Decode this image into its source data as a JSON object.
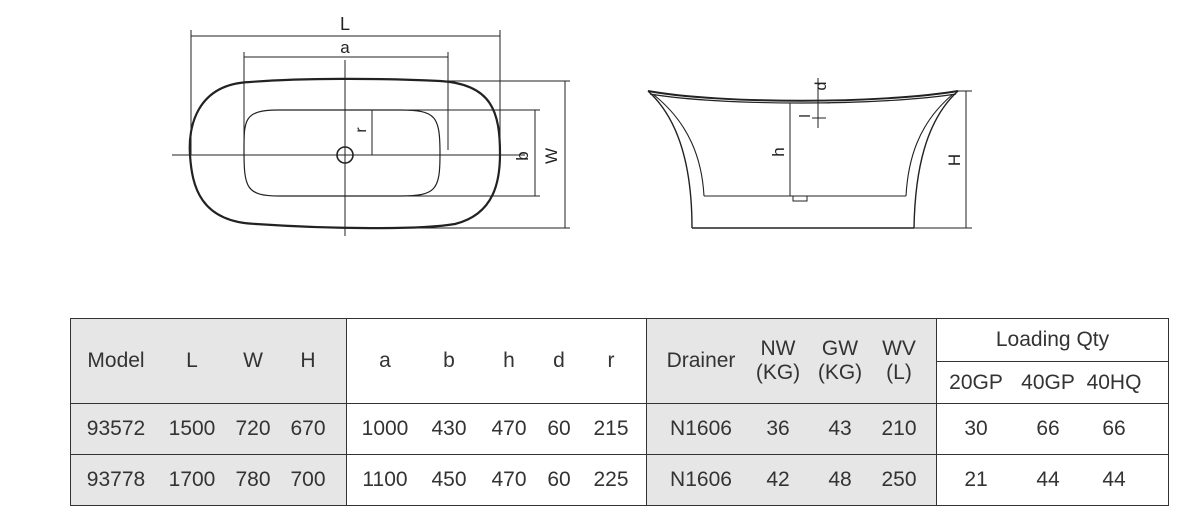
{
  "diagram": {
    "top_view_labels": {
      "L": "L",
      "a": "a",
      "b": "b",
      "W": "W",
      "r": "r"
    },
    "side_view_labels": {
      "d": "d",
      "l": "l",
      "h": "h",
      "H": "H"
    }
  },
  "table": {
    "group1_headers": [
      "Model",
      "L",
      "W",
      "H"
    ],
    "group2_headers": [
      "a",
      "b",
      "h",
      "d",
      "r"
    ],
    "group3_headers": {
      "drainer": "Drainer",
      "nw_line1": "NW",
      "nw_line2": "(KG)",
      "gw_line1": "GW",
      "gw_line2": "(KG)",
      "wv_line1": "WV",
      "wv_line2": "(L)"
    },
    "loading_title": "Loading Qty",
    "loading_headers": [
      "20GP",
      "40GP",
      "40HQ"
    ],
    "rows": [
      {
        "model": "93572",
        "L": "1500",
        "W": "720",
        "H": "670",
        "a": "1000",
        "b": "430",
        "h": "470",
        "d": "60",
        "r": "215",
        "drainer": "N1606",
        "nw": "36",
        "gw": "43",
        "wv": "210",
        "q20": "30",
        "q40": "66",
        "q40hq": "66"
      },
      {
        "model": "93778",
        "L": "1700",
        "W": "780",
        "H": "700",
        "a": "1100",
        "b": "450",
        "h": "470",
        "d": "60",
        "r": "225",
        "drainer": "N1606",
        "nw": "42",
        "gw": "48",
        "wv": "250",
        "q20": "21",
        "q40": "44",
        "q40hq": "44"
      }
    ]
  }
}
